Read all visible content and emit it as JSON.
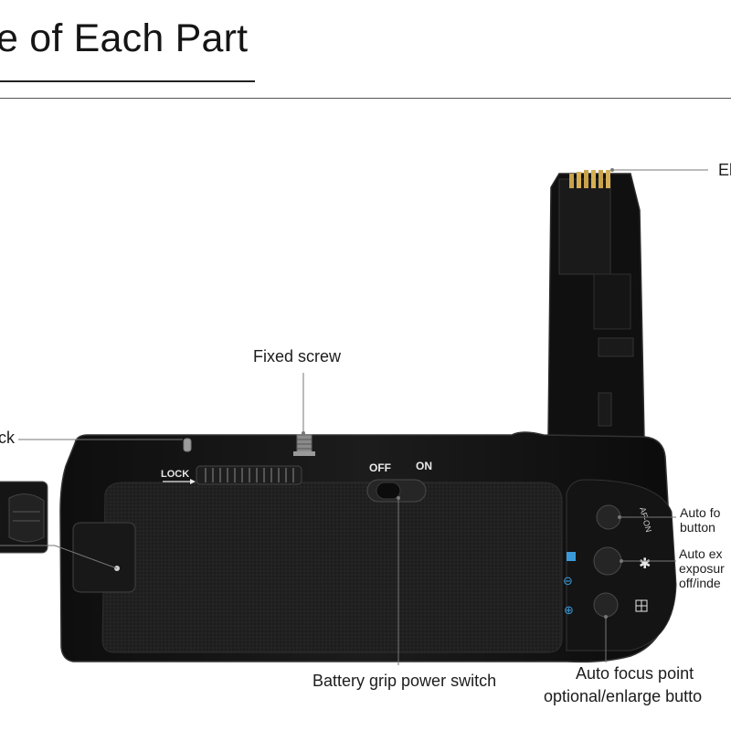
{
  "title": "e of Each Part",
  "labels": {
    "fixed_screw": "Fixed screw",
    "lock_partial": "ck",
    "electrical_partial": "El",
    "power_switch": "Battery grip power switch",
    "af_button_line1": "Auto fo",
    "af_button_line2": "button",
    "ae_line1": "Auto ex",
    "ae_line2": "exposur",
    "ae_line3": "off/inde",
    "af_point_line1": "Auto focus point",
    "af_point_line2": "optional/enlarge butto"
  },
  "device_text": {
    "lock": "LOCK",
    "off": "OFF",
    "on": "ON",
    "afon": "AF-ON"
  }
}
